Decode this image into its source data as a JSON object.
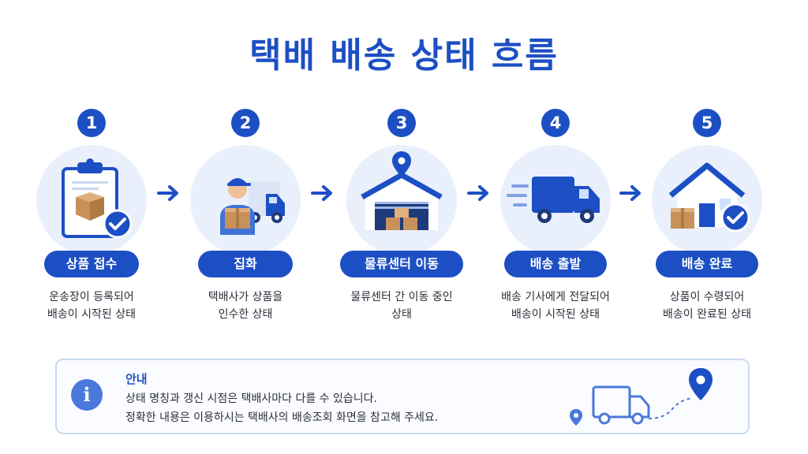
{
  "title": "택배 배송 상태 흐름",
  "steps": [
    {
      "number": "1",
      "label": "상품 접수",
      "desc1": "운송장이 등록되어",
      "desc2": "배송이 시작된 상태",
      "icon": "clipboard-box-check-icon"
    },
    {
      "number": "2",
      "label": "집화",
      "desc1": "택배사가 상품을",
      "desc2": "인수한 상태",
      "icon": "courier-truck-icon"
    },
    {
      "number": "3",
      "label": "물류센터 이동",
      "desc1": "물류센터 간 이동 중인",
      "desc2": "상태",
      "icon": "warehouse-pin-icon"
    },
    {
      "number": "4",
      "label": "배송 출발",
      "desc1": "배송 기사에게 전달되어",
      "desc2": "배송이 시작된 상태",
      "icon": "moving-truck-icon"
    },
    {
      "number": "5",
      "label": "배송 완료",
      "desc1": "상품이 수령되어",
      "desc2": "배송이 완료된 상태",
      "icon": "house-box-check-icon"
    }
  ],
  "info": {
    "icon": "info-icon",
    "heading": "안내",
    "line1": "상태 명칭과 갱신 시점은 택배사마다 다를 수 있습니다.",
    "line2": "정확한 내용은 이용하시는 택배사의 배송조회 화면을 참고해 주세요.",
    "icon_symbol": "i"
  },
  "colors": {
    "primary": "#1d4fc4",
    "light": "#e9f0fc",
    "box": "#c9915a"
  }
}
